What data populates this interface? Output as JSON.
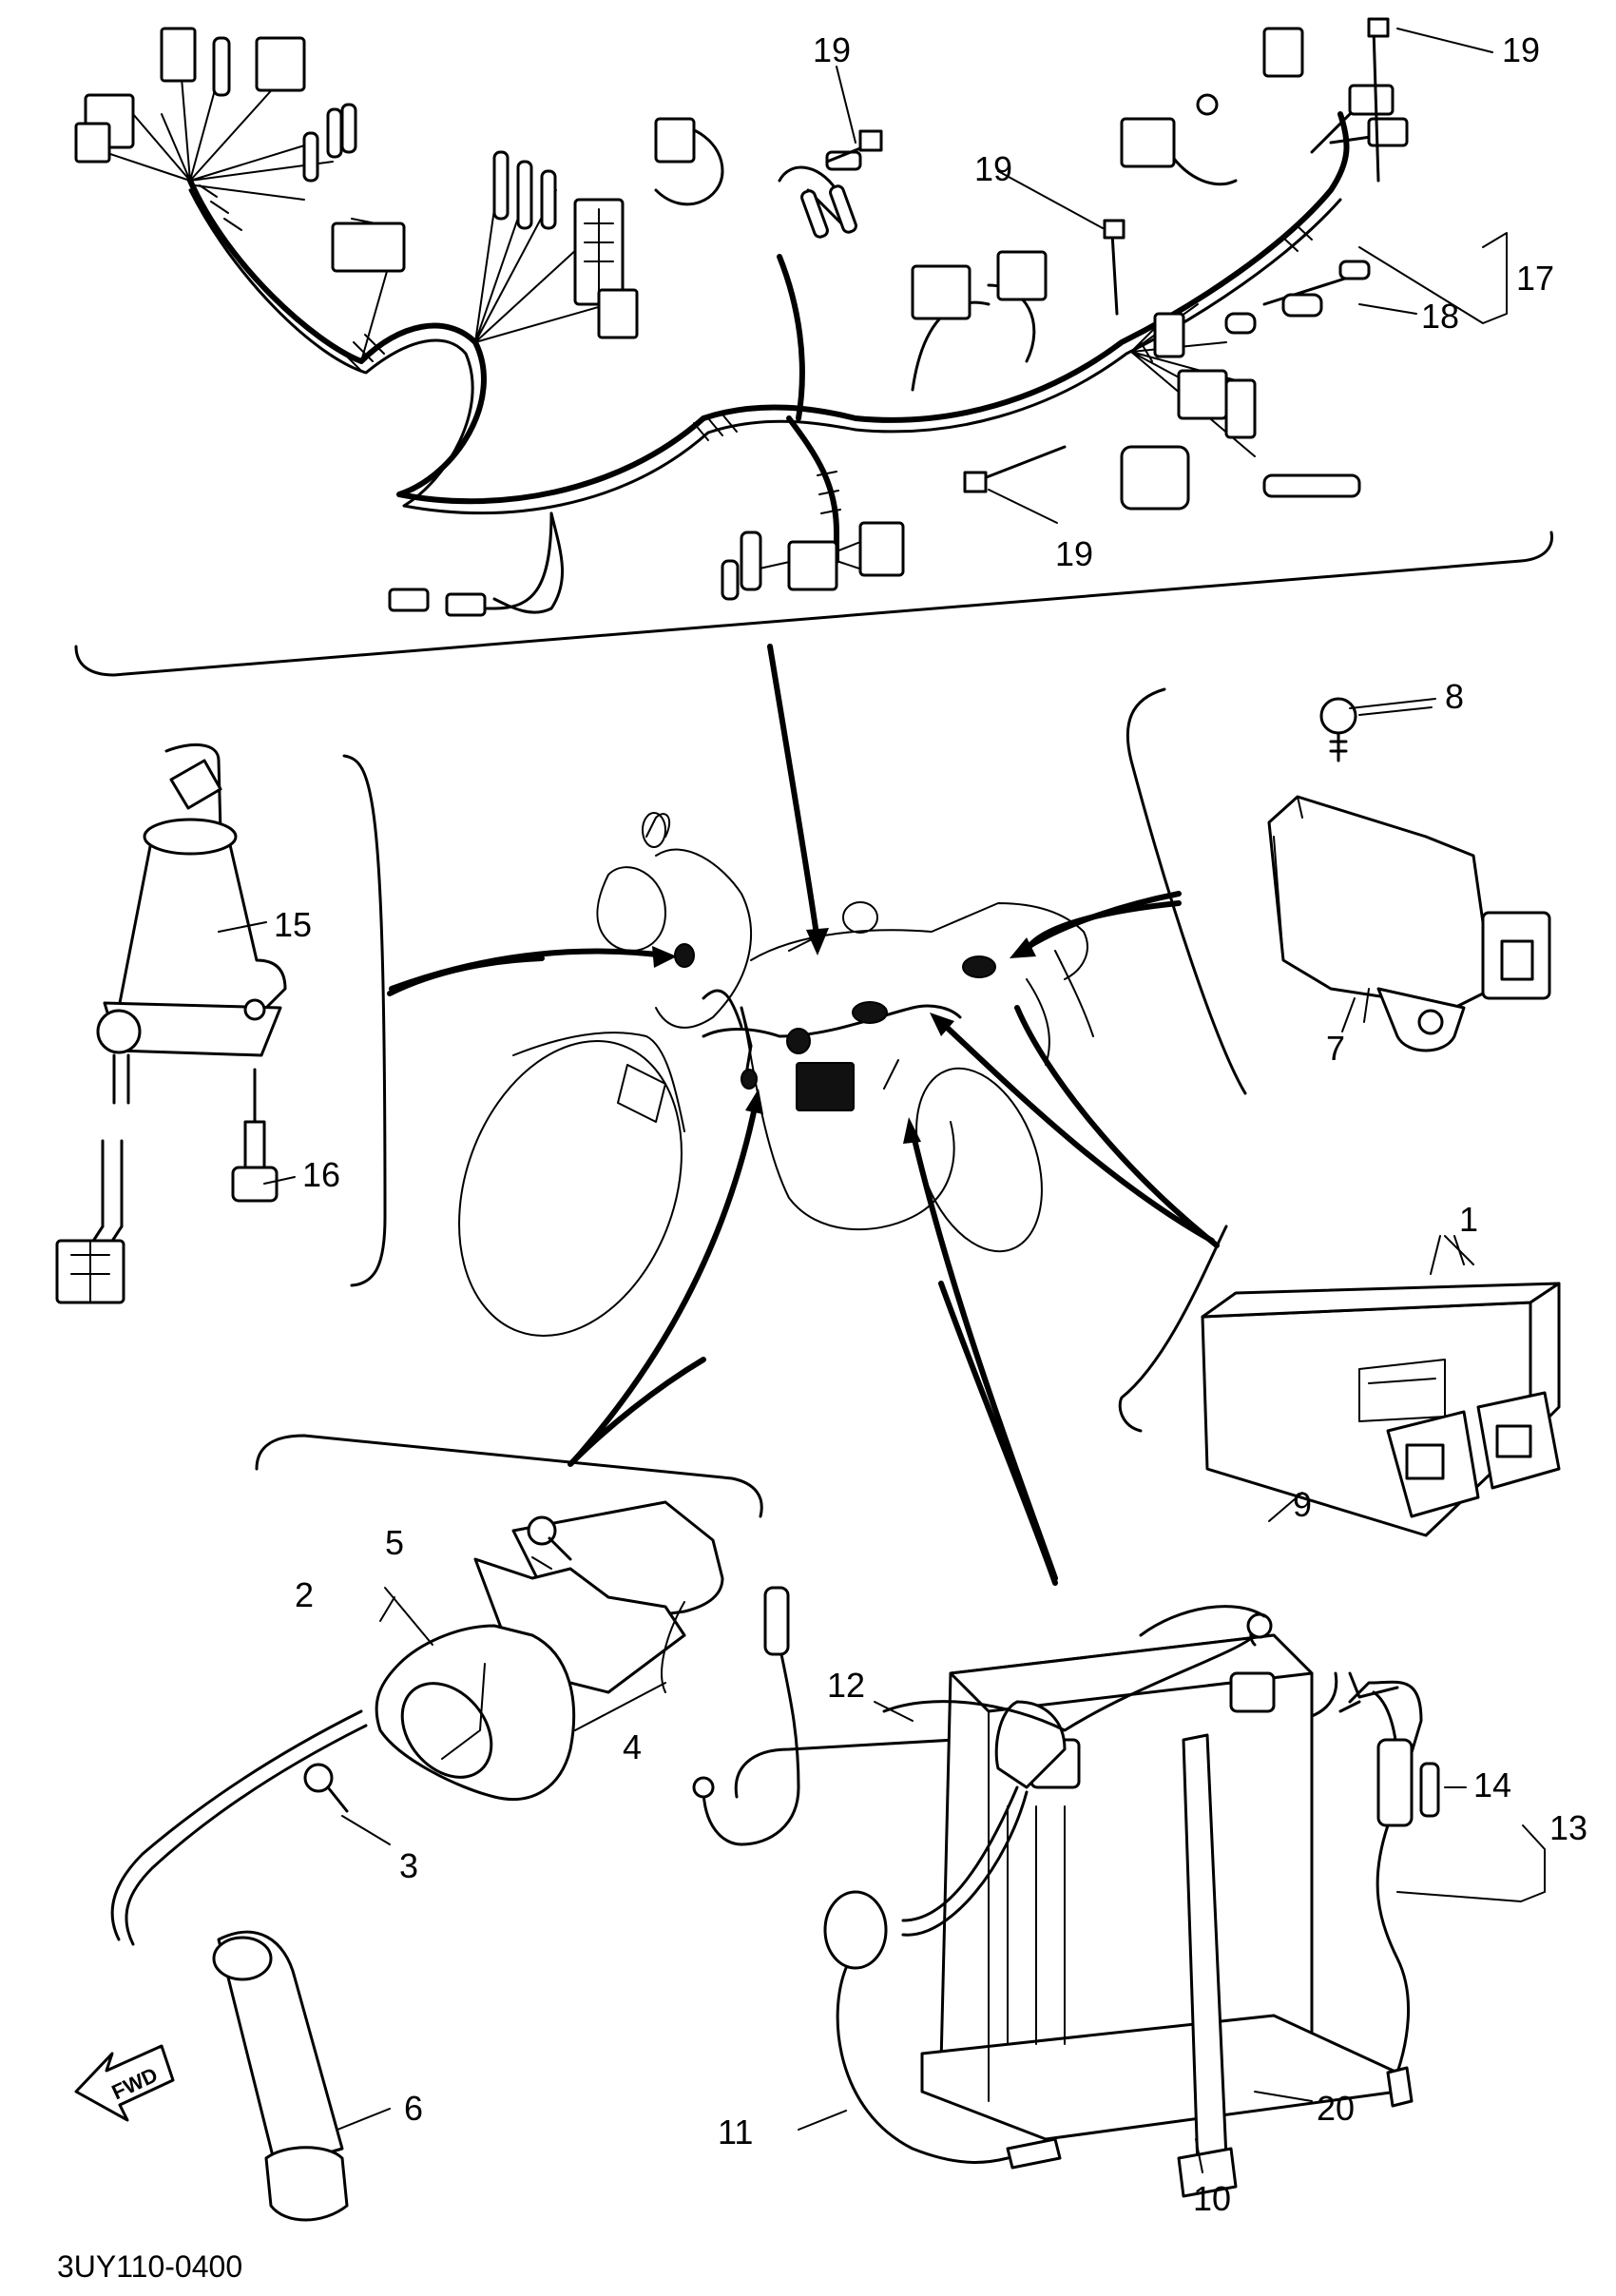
{
  "diagram": {
    "drawing_code": "3UY110-0400",
    "fwd_label": "FWD",
    "callouts": [
      "1",
      "2",
      "3",
      "4",
      "5",
      "6",
      "7",
      "8",
      "9",
      "10",
      "11",
      "12",
      "13",
      "14",
      "15",
      "16",
      "17",
      "18",
      "19",
      "20"
    ]
  }
}
